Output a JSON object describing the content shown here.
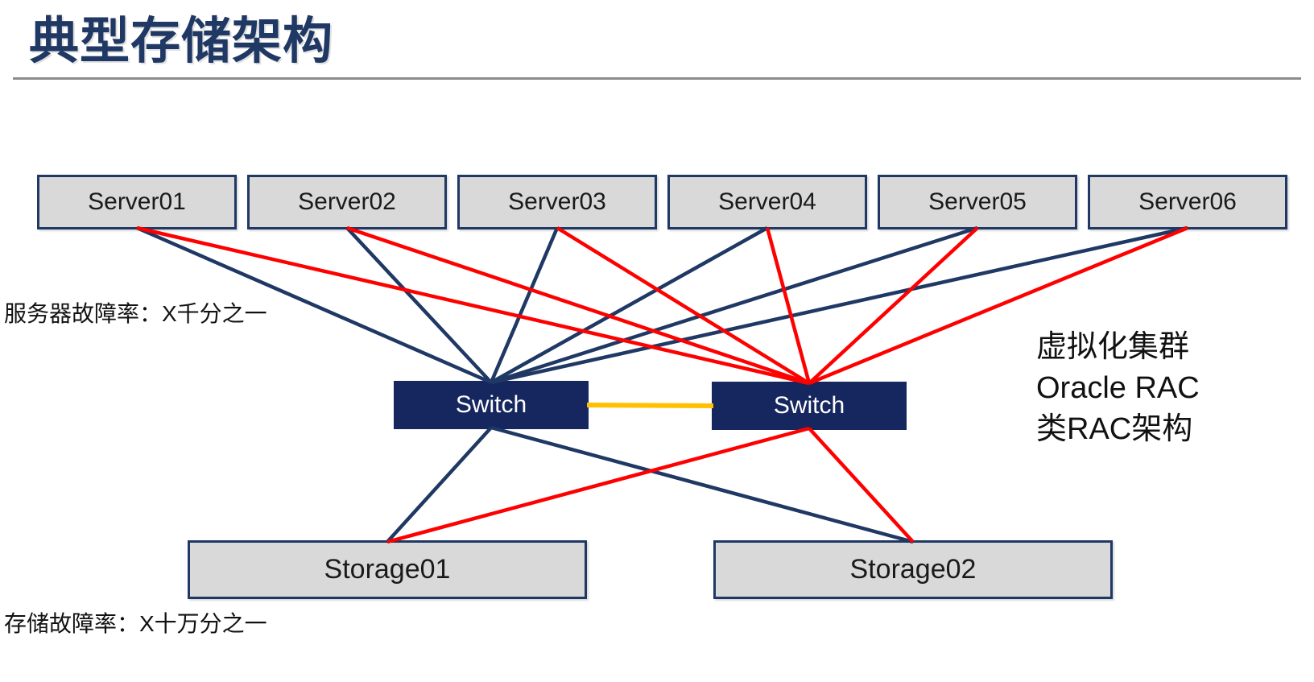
{
  "title": "典型存储架构",
  "annotations": {
    "server_failure_rate": "服务器故障率：X千分之一",
    "storage_failure_rate": "存储故障率：X十万分之一",
    "right_note_line1": "虚拟化集群",
    "right_note_line2": "Oracle RAC",
    "right_note_line3": "类RAC架构"
  },
  "colors": {
    "navy": "#1F3864",
    "red": "#FF0000",
    "yellow": "#FFC000",
    "box_fill": "#D9D9D9",
    "box_border": "#1F3864",
    "switch_fill": "#16265E",
    "title_color": "#1F3864",
    "divider": "#8C8C8C"
  },
  "diagram": {
    "nodes": {
      "servers": [
        {
          "id": "server-1",
          "label": "Server01"
        },
        {
          "id": "server-2",
          "label": "Server02"
        },
        {
          "id": "server-3",
          "label": "Server03"
        },
        {
          "id": "server-4",
          "label": "Server04"
        },
        {
          "id": "server-5",
          "label": "Server05"
        },
        {
          "id": "server-6",
          "label": "Server06"
        }
      ],
      "switches": [
        {
          "id": "switch-a",
          "label": "Switch"
        },
        {
          "id": "switch-b",
          "label": "Switch"
        }
      ],
      "storages": [
        {
          "id": "storage-1",
          "label": "Storage01"
        },
        {
          "id": "storage-2",
          "label": "Storage02"
        }
      ]
    },
    "connections": [
      {
        "from": "server-1",
        "fromAnchor": "bottom",
        "to": "switch-a",
        "toAnchor": "top",
        "color": "navy",
        "width": 4.5
      },
      {
        "from": "server-2",
        "fromAnchor": "bottom",
        "to": "switch-a",
        "toAnchor": "top",
        "color": "navy",
        "width": 4.5
      },
      {
        "from": "server-3",
        "fromAnchor": "bottom",
        "to": "switch-a",
        "toAnchor": "top",
        "color": "navy",
        "width": 4.5
      },
      {
        "from": "server-4",
        "fromAnchor": "bottom",
        "to": "switch-a",
        "toAnchor": "top",
        "color": "navy",
        "width": 4.5
      },
      {
        "from": "server-5",
        "fromAnchor": "bottom",
        "to": "switch-a",
        "toAnchor": "top",
        "color": "navy",
        "width": 4.5
      },
      {
        "from": "server-6",
        "fromAnchor": "bottom",
        "to": "switch-a",
        "toAnchor": "top",
        "color": "navy",
        "width": 4.5
      },
      {
        "from": "switch-a",
        "fromAnchor": "bottom",
        "to": "storage-1",
        "toAnchor": "top",
        "color": "navy",
        "width": 4.5
      },
      {
        "from": "switch-a",
        "fromAnchor": "bottom",
        "to": "storage-2",
        "toAnchor": "top",
        "color": "navy",
        "width": 4.5
      },
      {
        "from": "switch-a",
        "fromAnchor": "right",
        "to": "switch-b",
        "toAnchor": "left",
        "color": "yellow",
        "width": 6
      },
      {
        "from": "server-1",
        "fromAnchor": "bottom",
        "to": "switch-b",
        "toAnchor": "top",
        "color": "red",
        "width": 4.5
      },
      {
        "from": "server-2",
        "fromAnchor": "bottom",
        "to": "switch-b",
        "toAnchor": "top",
        "color": "red",
        "width": 4.5
      },
      {
        "from": "server-3",
        "fromAnchor": "bottom",
        "to": "switch-b",
        "toAnchor": "top",
        "color": "red",
        "width": 4.5
      },
      {
        "from": "server-4",
        "fromAnchor": "bottom",
        "to": "switch-b",
        "toAnchor": "top",
        "color": "red",
        "width": 4.5
      },
      {
        "from": "server-5",
        "fromAnchor": "bottom",
        "to": "switch-b",
        "toAnchor": "top",
        "color": "red",
        "width": 4.5
      },
      {
        "from": "server-6",
        "fromAnchor": "bottom",
        "to": "switch-b",
        "toAnchor": "top",
        "color": "red",
        "width": 4.5
      },
      {
        "from": "switch-b",
        "fromAnchor": "bottom",
        "to": "storage-1",
        "toAnchor": "top",
        "color": "red",
        "width": 4.5
      },
      {
        "from": "switch-b",
        "fromAnchor": "bottom",
        "to": "storage-2",
        "toAnchor": "top",
        "color": "red",
        "width": 4.5
      }
    ]
  }
}
